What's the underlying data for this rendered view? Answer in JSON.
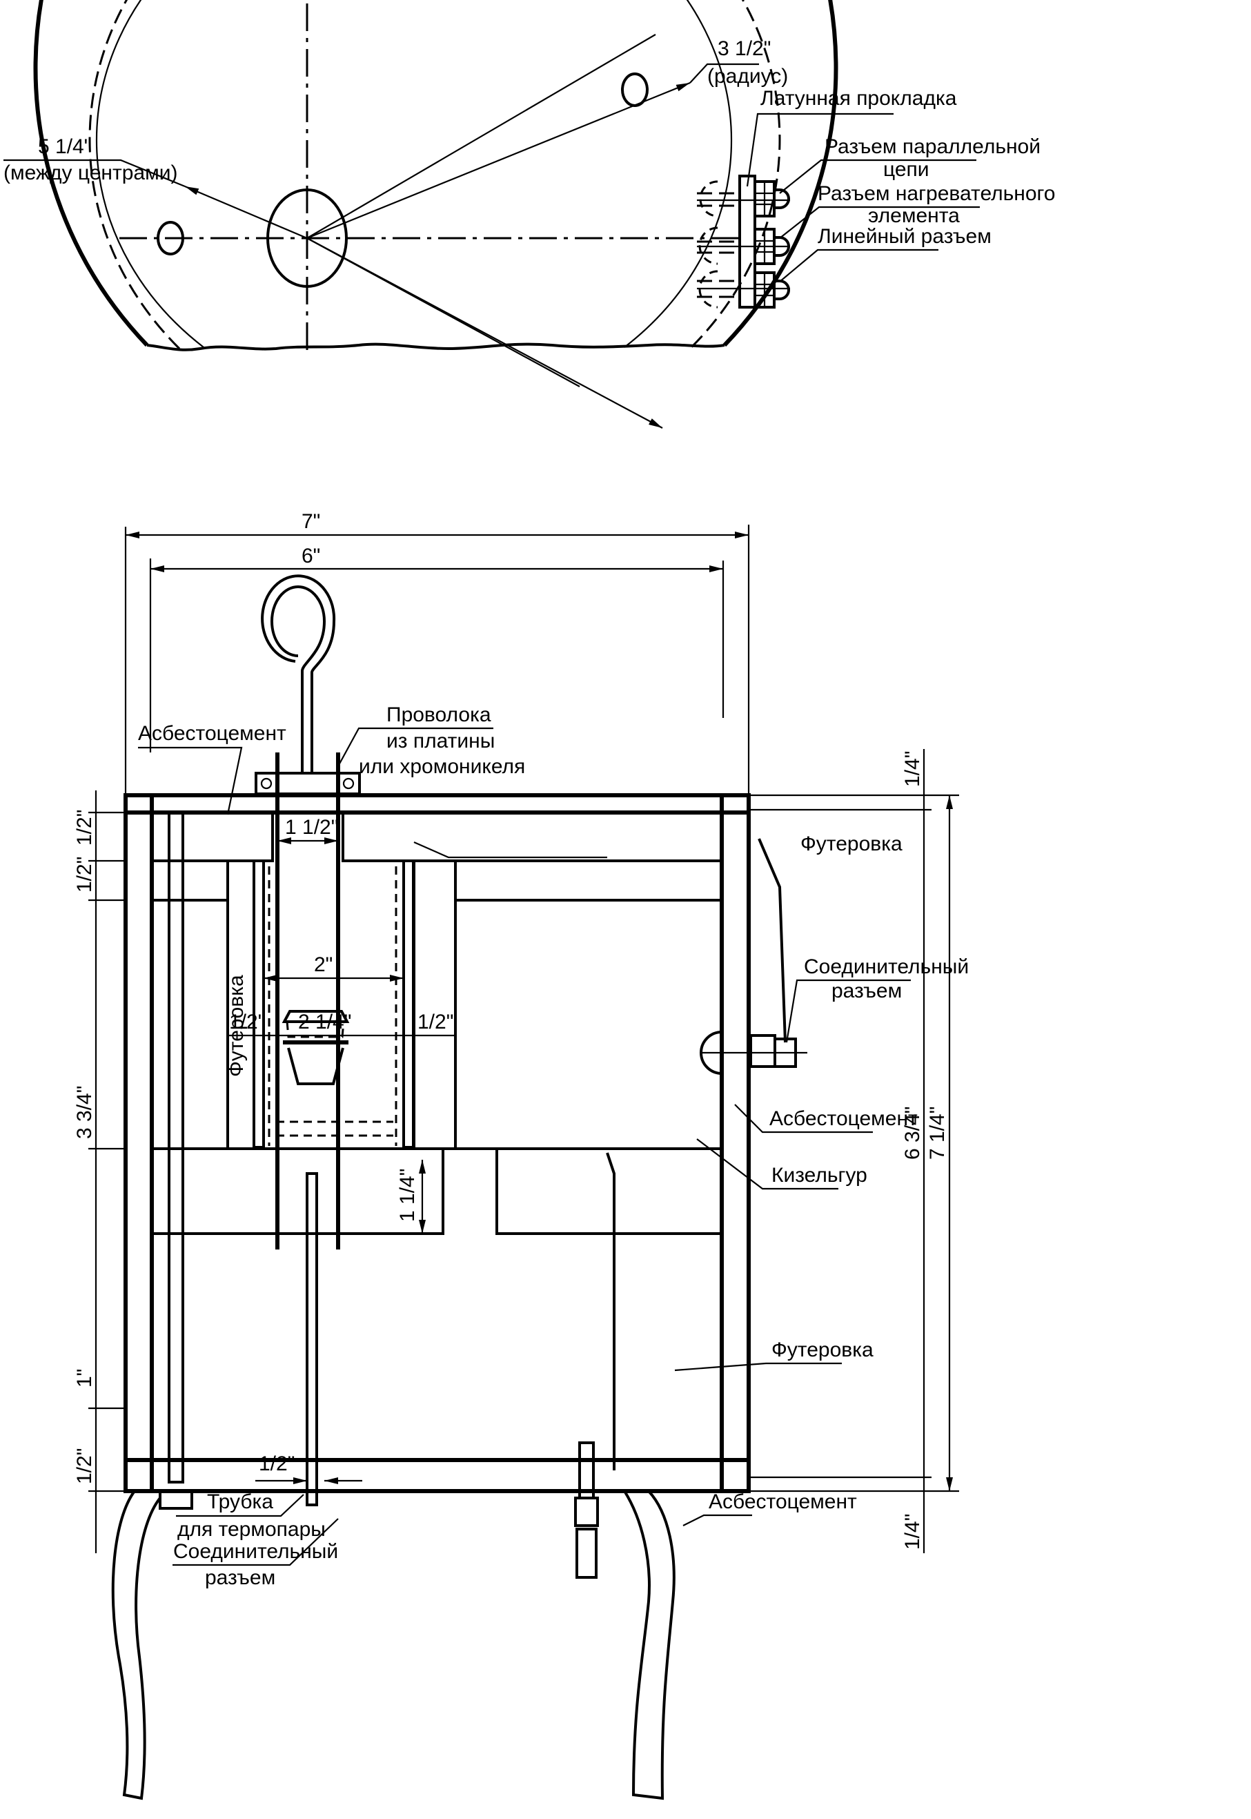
{
  "top_view": {
    "dim_between_centers": {
      "value": "5 1/4\"",
      "note": "(между центрами)"
    },
    "dim_radius": {
      "value": "3 1/2\"",
      "note": "(радиус)"
    },
    "labels": {
      "brass_gasket": "Латунная прокладка",
      "parallel_connector_l1": "Разъем параллельной",
      "parallel_connector_l2": "цепи",
      "heater_connector_l1": "Разъем нагревательного",
      "heater_connector_l2": "элемента",
      "line_connector": "Линейный разъем"
    }
  },
  "section_view": {
    "dims": {
      "overall_width": "7\"",
      "inner_width": "6\"",
      "bore_top": "1 1/2\"",
      "bore_2": "2\"",
      "bore_2_1_4": "2 1/4\"",
      "gap_left": "1/2\"",
      "gap_right": "1/2\"",
      "left_top_half": "1/2\"",
      "left_second_half": "1/2\"",
      "left_three_three_quarters": "3 3/4\"",
      "left_one": "1\"",
      "left_bottom_half": "1/2\"",
      "bottom_block": "1 1/4\"",
      "tube_gap": "1/2\"",
      "right_top_quarter": "1/4\"",
      "right_bottom_quarter": "1/4\"",
      "right_six_three_quarters": "6 3/4\"",
      "right_seven_quarter": "7 1/4\""
    },
    "labels": {
      "asbestos_top": "Асбестоцемент",
      "wire_l1": "Проволока",
      "wire_l2": "из платины",
      "wire_l3": "или хромоникеля",
      "lining_top": "Футеровка",
      "lining_vertical": "Футеровка",
      "connector_side_l1": "Соединительный",
      "connector_side_l2": "разъем",
      "asbestos_side": "Асбестоцемент",
      "kieselguhr": "Кизельгур",
      "lining_bottom": "Футеровка",
      "thermocouple_l1": "Трубка",
      "thermocouple_l2": "для термопары",
      "connector_bottom_l1": "Соединительный",
      "connector_bottom_l2": "разъем",
      "asbestos_bottom": "Асбестоцемент"
    }
  }
}
